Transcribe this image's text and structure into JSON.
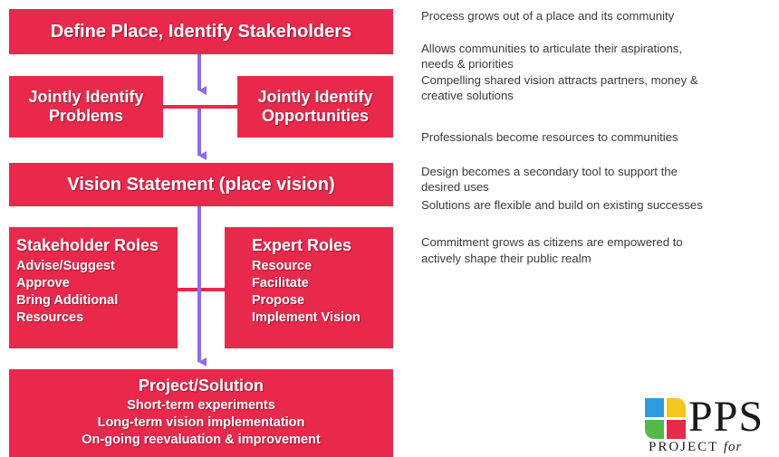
{
  "diagram": {
    "define": "Define Place, Identify Stakeholders",
    "problems": [
      "Jointly Identify",
      "Problems"
    ],
    "opportunities": [
      "Jointly Identify",
      "Opportunities"
    ],
    "vision": "Vision Statement (place vision)",
    "stakeholder_roles": {
      "title": "Stakeholder Roles",
      "items": [
        "Advise/Suggest",
        "Approve",
        "Bring Additional",
        "Resources"
      ]
    },
    "expert_roles": {
      "title": "Expert Roles",
      "items": [
        "Resource",
        "Facilitate",
        "Propose",
        "Implement Vision"
      ]
    },
    "project": {
      "title": "Project/Solution",
      "items": [
        "Short-term experiments",
        "Long-term vision implementation",
        "On-going reevaluation & improvement"
      ]
    }
  },
  "notes": [
    "Process grows out of a place and its community",
    "Allows communities to articulate their aspirations,",
    "needs & priorities",
    "Compelling shared vision attracts partners, money &",
    "creative solutions",
    "Professionals become resources to communities",
    "Design becomes a secondary tool to support the",
    "desired uses",
    "Solutions are flexible and build on existing successes",
    "Commitment grows as citizens are empowered to",
    "actively shape their public realm"
  ],
  "logo": {
    "text": "PPS",
    "sub_prefix": "PROJECT ",
    "sub_italic": "for"
  },
  "colors": {
    "box": "#e8294b",
    "connector_red": "#e8294b",
    "arrow": "#8d6cf0",
    "text": "#3a3a3a"
  }
}
